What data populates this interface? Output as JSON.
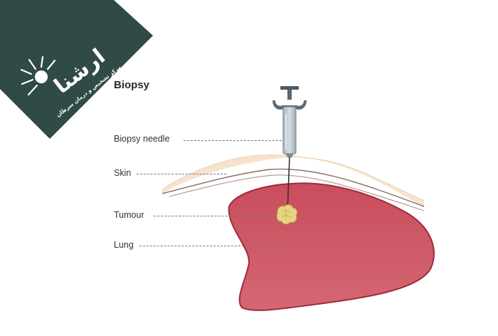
{
  "title": "Biopsy",
  "labels": {
    "needle": "Biopsy needle",
    "skin": "Skin",
    "tumour": "Tumour",
    "lung": "Lung"
  },
  "logo": {
    "brand": "ارشنا",
    "tagline": "مرکز تشخیص و درمان سرطان",
    "banner_color": "#2f4a47",
    "icon": "sunburst-icon"
  },
  "colors": {
    "skin": "#f7e3cc",
    "lung": "#cd5865",
    "lung_outline": "#9f2b3d",
    "tumour": "#e8d47e",
    "syringe": "#c9d2d8"
  }
}
